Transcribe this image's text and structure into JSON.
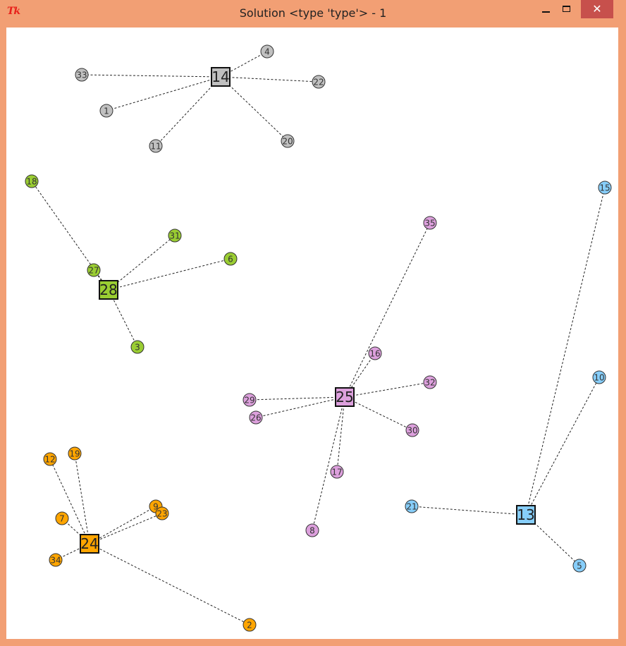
{
  "window": {
    "title": "Solution <type 'type'> - 1",
    "app_icon": "Tk",
    "buttons": {
      "minimize": "minimize-icon",
      "maximize": "maximize-icon",
      "close": "close-icon"
    },
    "close_glyph": "✕"
  },
  "colors": {
    "gray": "#c0c0c0",
    "green": "#9acd32",
    "pink": "#dda0dd",
    "orange": "#ffa500",
    "blue": "#87cefa"
  },
  "graph": {
    "clusters": [
      {
        "hub": {
          "label": "14"
        },
        "color": "gray",
        "nodes": [
          "4",
          "33",
          "22",
          "1",
          "20",
          "11"
        ]
      },
      {
        "hub": {
          "label": "28"
        },
        "color": "green",
        "nodes": [
          "18",
          "31",
          "27",
          "6",
          "3"
        ]
      },
      {
        "hub": {
          "label": "25"
        },
        "color": "pink",
        "nodes": [
          "35",
          "16",
          "32",
          "29",
          "26",
          "30",
          "17",
          "8"
        ]
      },
      {
        "hub": {
          "label": "24"
        },
        "color": "orange",
        "nodes": [
          "12",
          "19",
          "9",
          "23",
          "7",
          "34",
          "2"
        ]
      },
      {
        "hub": {
          "label": "13"
        },
        "color": "blue",
        "nodes": [
          "15",
          "10",
          "21",
          "5"
        ]
      }
    ]
  }
}
